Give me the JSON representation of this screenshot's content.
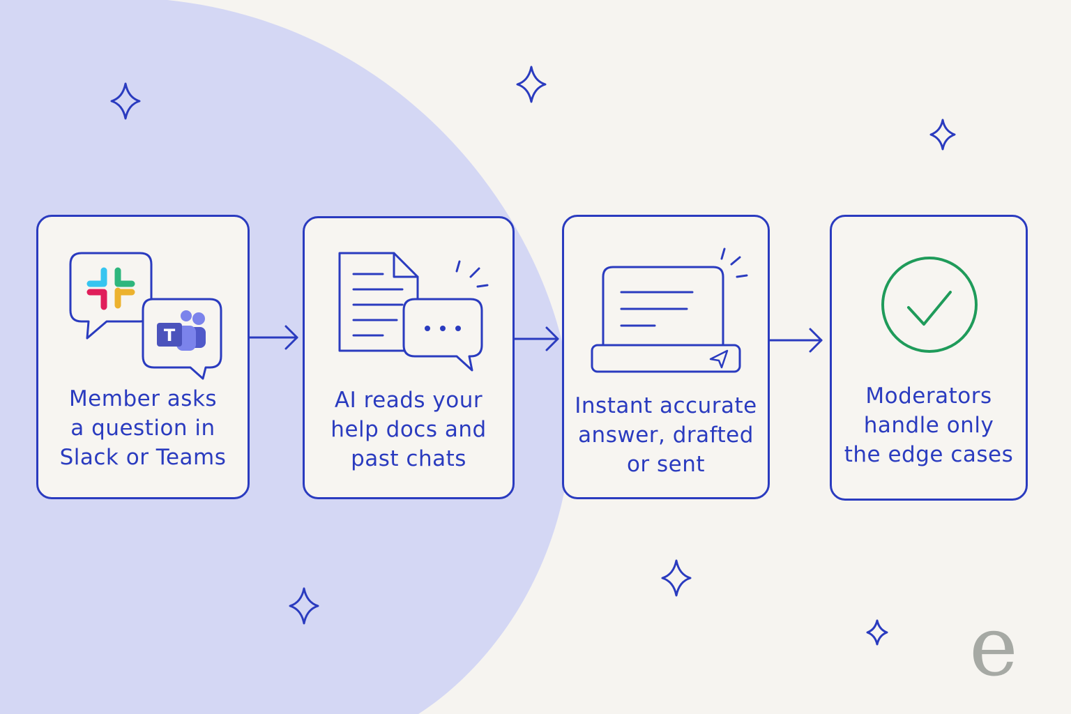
{
  "colors": {
    "background": "#f6f4f0",
    "blob": "#d4d7f4",
    "ink": "#2a3bbf",
    "check": "#1f9b5a",
    "watermark": "#a6a9a4"
  },
  "steps": [
    {
      "lines": [
        "Member asks",
        "a question in",
        "Slack or Teams"
      ],
      "icons": [
        "slack-logo-icon",
        "teams-logo-icon",
        "chat-bubble-icon"
      ]
    },
    {
      "lines": [
        "AI reads your",
        "help docs and",
        "past chats"
      ],
      "icons": [
        "document-icon",
        "typing-chat-bubble-icon"
      ]
    },
    {
      "lines": [
        "Instant accurate",
        "answer, drafted",
        "or sent"
      ],
      "icons": [
        "message-window-icon",
        "send-icon"
      ]
    },
    {
      "lines": [
        "Moderators",
        "handle only",
        "the edge cases"
      ],
      "icons": [
        "check-circle-icon"
      ]
    }
  ],
  "watermark": {
    "letter": "e"
  }
}
